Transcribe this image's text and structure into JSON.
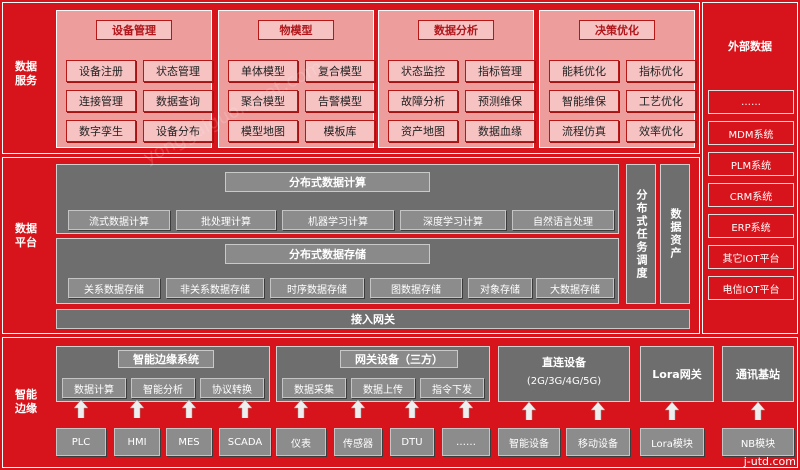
{
  "sections": {
    "data_service": "数据\n服务",
    "data_platform": "数据\n平台",
    "edge": "智能\n边缘"
  },
  "data_service": {
    "groups": [
      {
        "title": "设备管理",
        "items": [
          "设备注册",
          "状态管理",
          "连接管理",
          "数据查询",
          "数字孪生",
          "设备分布"
        ]
      },
      {
        "title": "物模型",
        "items": [
          "单体模型",
          "复合模型",
          "聚合模型",
          "告警模型",
          "模型地图",
          "模板库"
        ]
      },
      {
        "title": "数据分析",
        "items": [
          "状态监控",
          "指标管理",
          "故障分析",
          "预测维保",
          "资产地图",
          "数据血缘"
        ]
      },
      {
        "title": "决策优化",
        "items": [
          "能耗优化",
          "指标优化",
          "智能维保",
          "工艺优化",
          "流程仿真",
          "效率优化"
        ]
      }
    ]
  },
  "external": {
    "title": "外部数据",
    "items": [
      "……",
      "MDM系统",
      "PLM系统",
      "CRM系统",
      "ERP系统",
      "其它IOT平台",
      "电信IOT平台"
    ]
  },
  "platform": {
    "compute_title": "分布式数据计算",
    "compute_items": [
      "流式数据计算",
      "批处理计算",
      "机器学习计算",
      "深度学习计算",
      "自然语言处理"
    ],
    "storage_title": "分布式数据存储",
    "storage_items": [
      "关系数据存储",
      "非关系数据存储",
      "时序数据存储",
      "图数据存储",
      "对象存储",
      "大数据存储"
    ],
    "gateway": "接入网关",
    "scheduler": "分布式任务调度",
    "asset": "数据资产"
  },
  "edge": {
    "smart_edge": {
      "title": "智能边缘系统",
      "items": [
        "数据计算",
        "智能分析",
        "协议转换"
      ]
    },
    "gateway": {
      "title": "网关设备（三方）",
      "items": [
        "数据采集",
        "数据上传",
        "指令下发"
      ]
    },
    "direct": {
      "title": "直连设备",
      "subtitle": "(2G/3G/4G/5G)"
    },
    "lora": {
      "title": "Lora网关"
    },
    "base": {
      "title": "通讯基站"
    },
    "bottom_items": [
      "PLC",
      "HMI",
      "MES",
      "SCADA",
      "仪表",
      "传感器",
      "DTU",
      "……",
      "智能设备",
      "移动设备",
      "Lora模块",
      "NB模块"
    ]
  },
  "watermark": "yonggaiguo.locat.com",
  "corner": "j-utd.com"
}
